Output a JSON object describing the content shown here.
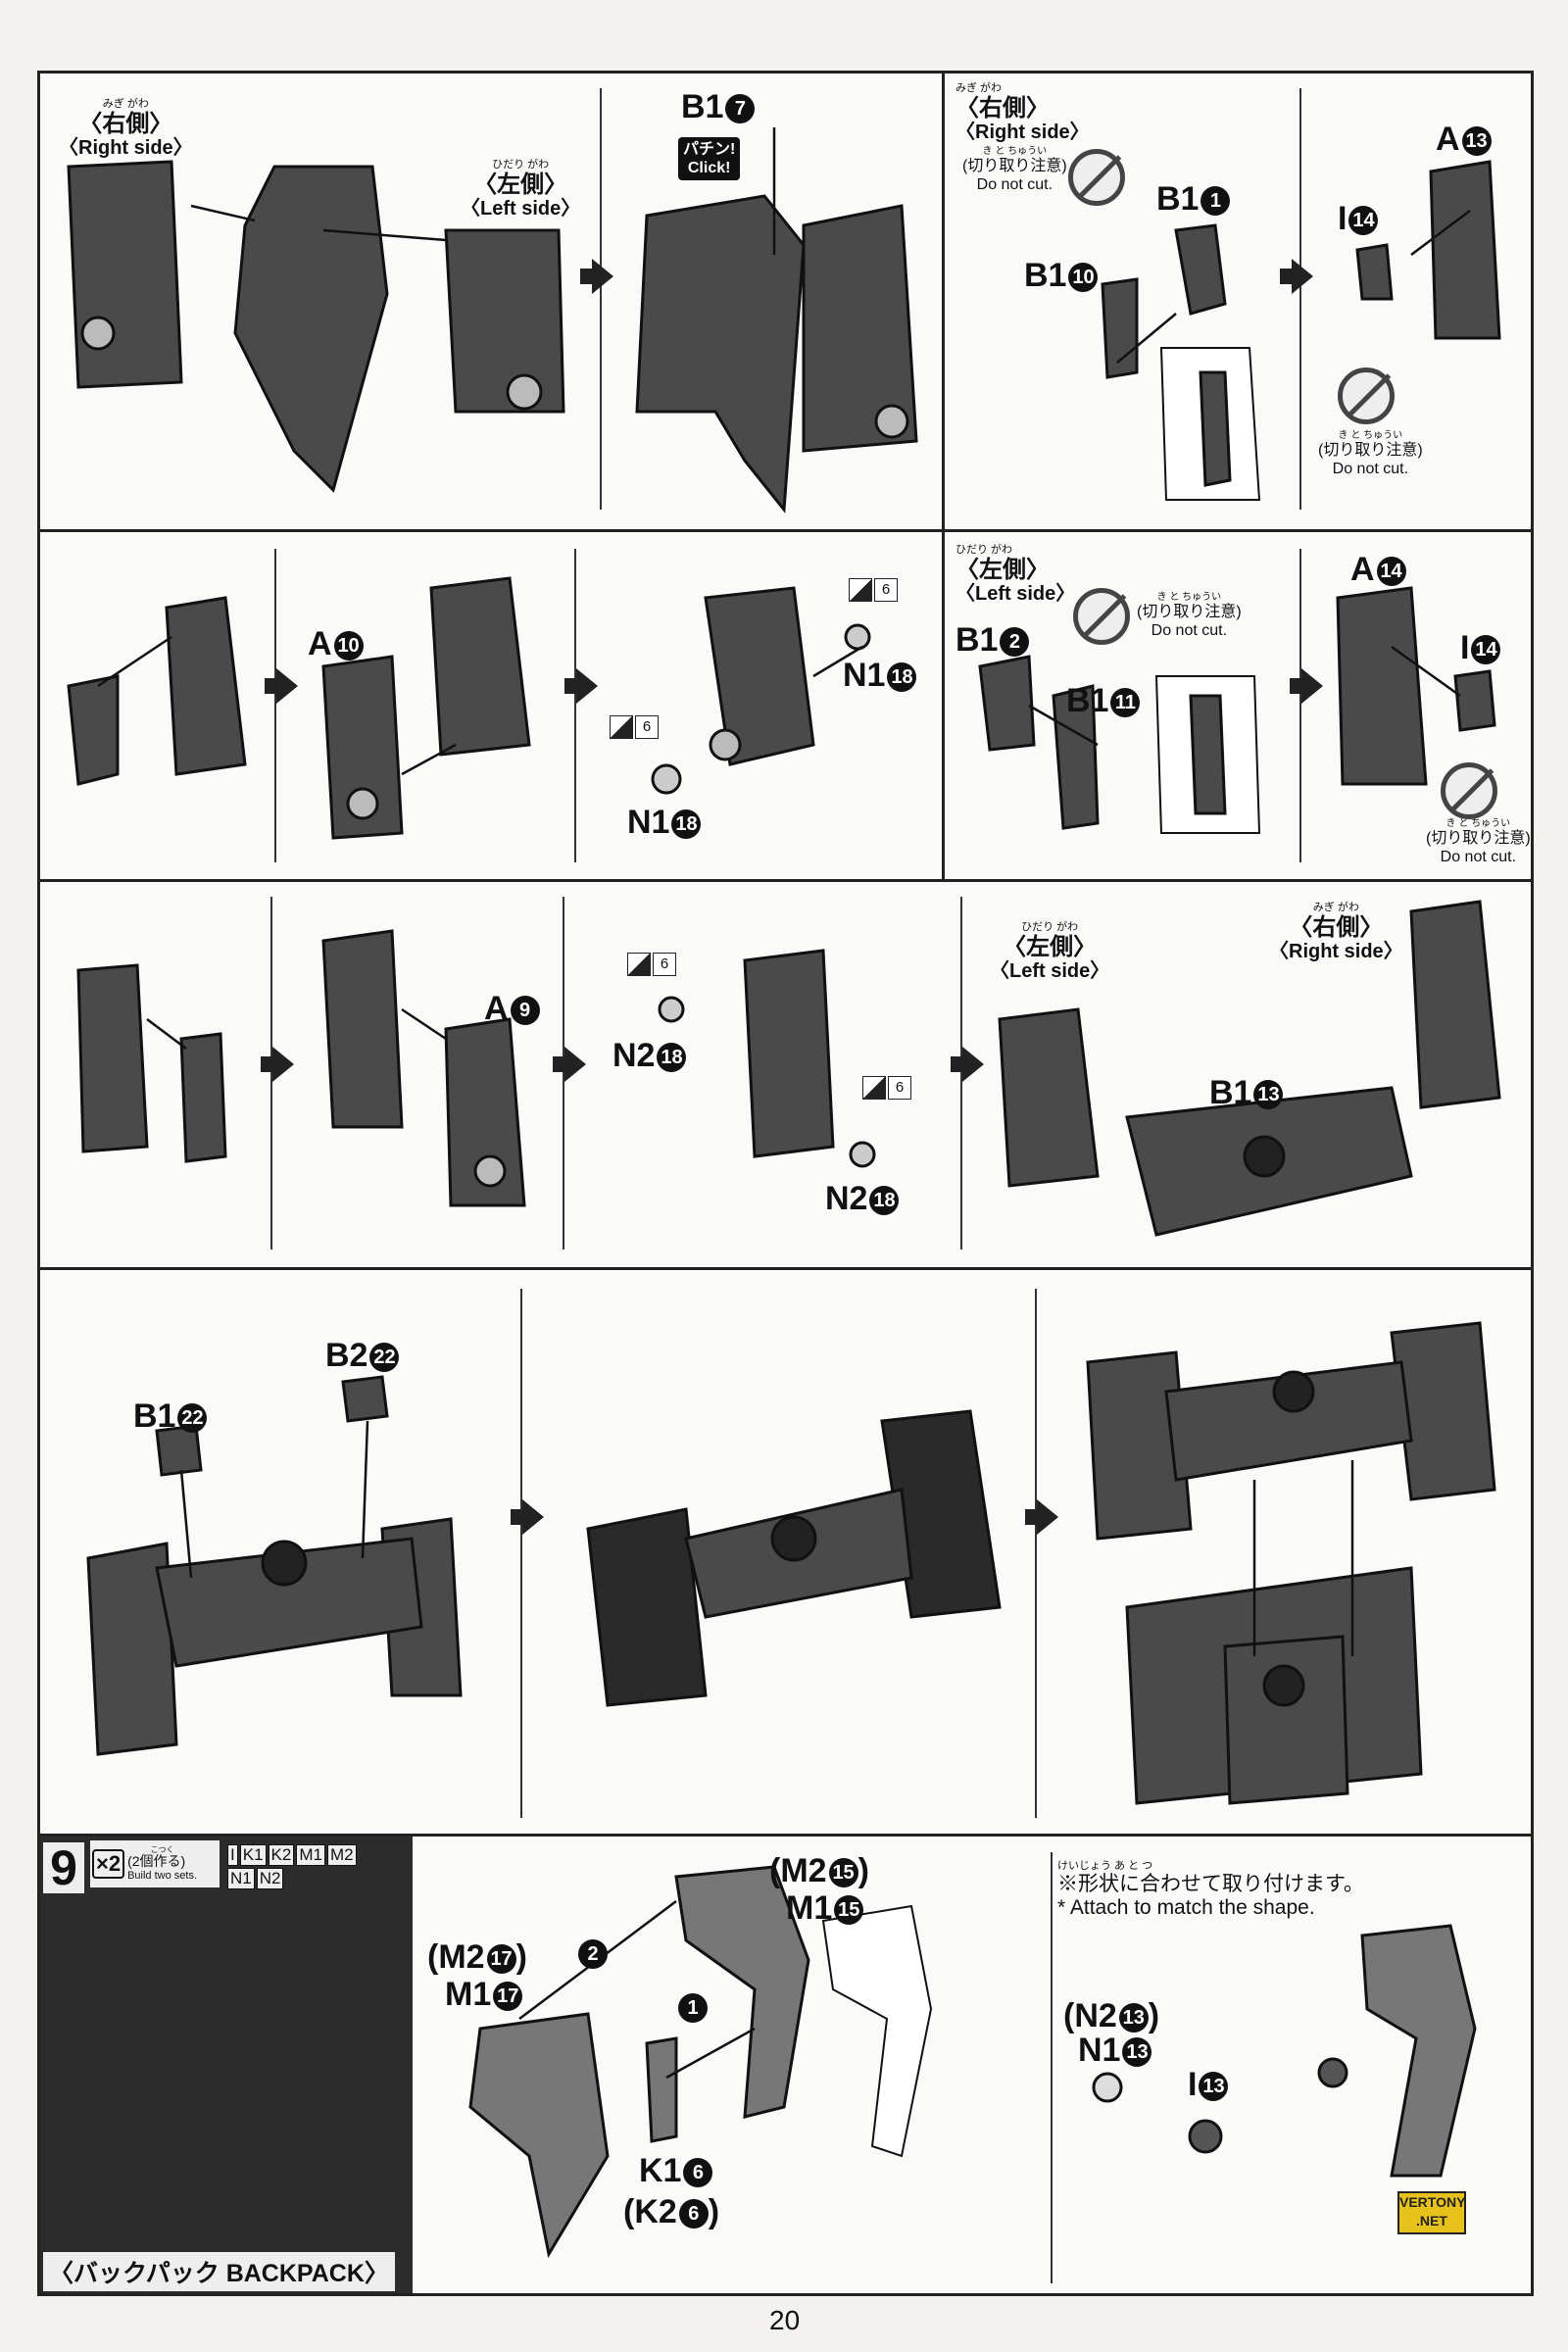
{
  "page_number": "20",
  "sides": {
    "right_jp": "〈右側〉",
    "right_ruby": "みぎ がわ",
    "right_en": "〈Right side〉",
    "left_jp": "〈左側〉",
    "left_ruby": "ひだり がわ",
    "left_en": "〈Left side〉"
  },
  "caution": {
    "ruby": "き と ちゅうい",
    "jp": "(切り取り注意)",
    "en": "Do not cut."
  },
  "click": {
    "jp": "パチン!",
    "en": "Click!"
  },
  "part_labels": {
    "r1_b1_7": {
      "part": "B1",
      "num": "7"
    },
    "r1_b1_1": {
      "part": "B1",
      "num": "1"
    },
    "r1_b1_10": {
      "part": "B1",
      "num": "10"
    },
    "r1_a_13": {
      "part": "A",
      "num": "13"
    },
    "r1_i_14": {
      "part": "I",
      "num": "14"
    },
    "r2_a_10": {
      "part": "A",
      "num": "10"
    },
    "r2_n1_18a": {
      "part": "N1",
      "num": "18"
    },
    "r2_n1_18b": {
      "part": "N1",
      "num": "18"
    },
    "r2_b1_2": {
      "part": "B1",
      "num": "2"
    },
    "r2_b1_11": {
      "part": "B1",
      "num": "11"
    },
    "r2_a_14": {
      "part": "A",
      "num": "14"
    },
    "r2_i_14": {
      "part": "I",
      "num": "14"
    },
    "r3_a_9": {
      "part": "A",
      "num": "9"
    },
    "r3_n2_18a": {
      "part": "N2",
      "num": "18"
    },
    "r3_n2_18b": {
      "part": "N2",
      "num": "18"
    },
    "r3_b1_13": {
      "part": "B1",
      "num": "13"
    },
    "r4_b2_22": {
      "part": "B2",
      "num": "22"
    },
    "r4_b1_22": {
      "part": "B1",
      "num": "22"
    },
    "r5_k1_6": {
      "part": "K1",
      "num": "6"
    },
    "r5_k2_6": {
      "part": "(K2",
      "num": "6",
      "close": ")"
    },
    "r5_m2_15": {
      "part": "(M2",
      "num": "15",
      "close": ")"
    },
    "r5_m1_15": {
      "part": "M1",
      "num": "15"
    },
    "r5_m2_17": {
      "part": "(M2",
      "num": "17",
      "close": ")"
    },
    "r5_m1_17": {
      "part": "M1",
      "num": "17"
    },
    "r5_n2_13": {
      "part": "(N2",
      "num": "13",
      "close": ")"
    },
    "r5_n1_13": {
      "part": "N1",
      "num": "13"
    },
    "r5_i_13": {
      "part": "I",
      "num": "13"
    }
  },
  "runner_tag": {
    "num": "6"
  },
  "step": {
    "number": "9",
    "times": "×2",
    "times_ruby": "こつく",
    "times_jp": "(2個作る)",
    "times_en": "Build two sets.",
    "runners": [
      "I",
      "K1",
      "K2",
      "M1",
      "M2",
      "N1",
      "N2"
    ],
    "title": "〈バックパック BACKPACK〉"
  },
  "order": {
    "first": "1",
    "second": "2"
  },
  "note": {
    "ruby": "けいじょう あ と つ",
    "jp": "※形状に合わせて取り付けます。",
    "en": "* Attach to match the shape."
  },
  "badge": {
    "line1": "VERTONY",
    "line2": ".NET"
  }
}
